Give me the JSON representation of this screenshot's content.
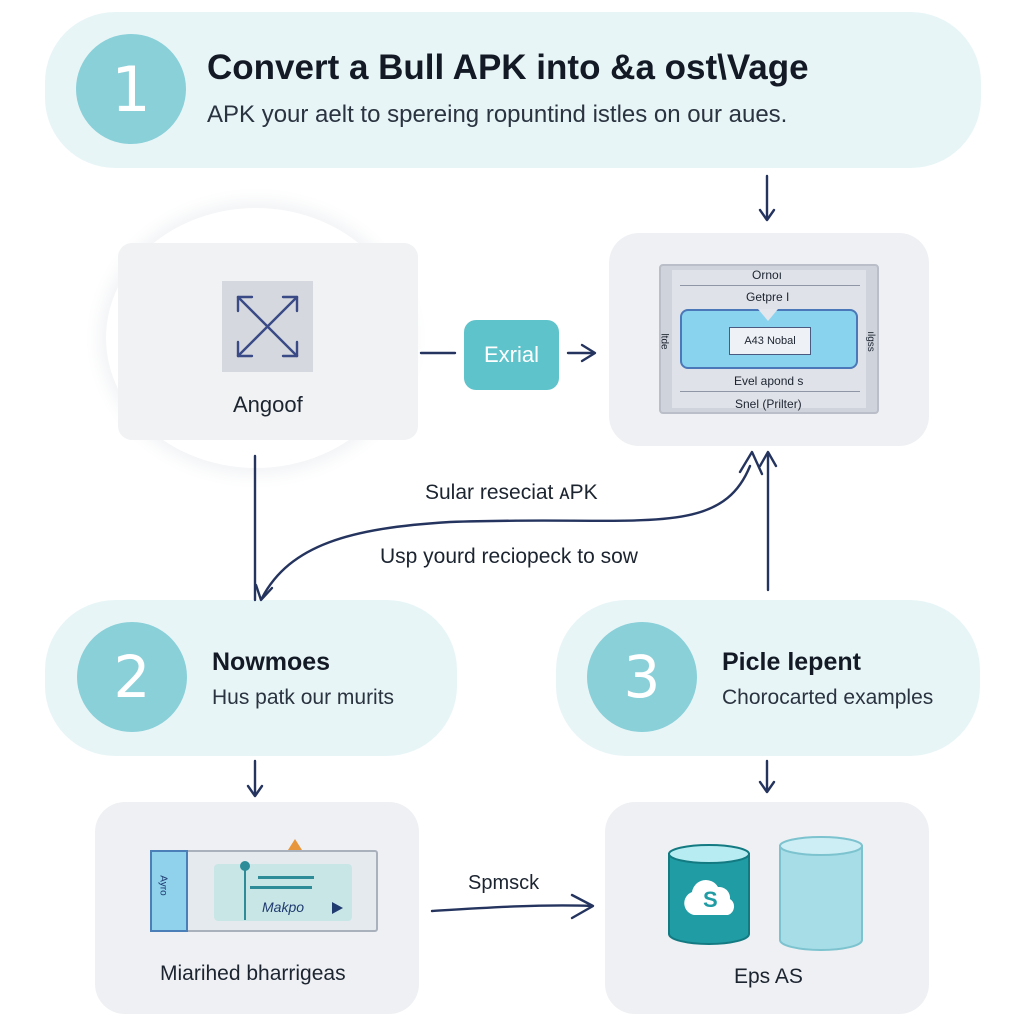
{
  "step1": {
    "number": "1",
    "title": "Convert a Bull APK into &a ost\\Vage",
    "subtitle": "APK your aelt to spereing ropuntind istles on our aues."
  },
  "step2": {
    "number": "2",
    "title": "Nowmoes",
    "subtitle": "Hus patk our murits"
  },
  "step3": {
    "number": "3",
    "title": "Picle lepent",
    "subtitle": "Chorocarted examples"
  },
  "source_panel": {
    "label": "Angoof",
    "icon": "expand-arrows-icon"
  },
  "middle_button": {
    "label": "Exrial"
  },
  "screen_panel": {
    "top": "Ornoı",
    "second": "Getpre I",
    "box": "A43 Nobal",
    "left_side": "ltde",
    "right_side": "ılgss",
    "bottom1": "Evel apond s",
    "bottom2": "Snel (Prilter)"
  },
  "annotations": {
    "upper": "Sular reseciat ᴀPK",
    "lower": "Usp yourd reciopeck to sow",
    "bottom_arrow": "Spmsck"
  },
  "bottom_left_panel": {
    "label": "Miarihed bharrigeas",
    "card_side": "Ayro",
    "card_text": "Makpo"
  },
  "bottom_right_panel": {
    "label": "Eps AS",
    "cloud_letter": "S"
  },
  "colors": {
    "teal": "#8ad0d9",
    "teal_button": "#5fc3cb",
    "navy": "#24345e",
    "pill_bg": "#e8f5f7",
    "panel_bg": "#eef0f3"
  }
}
